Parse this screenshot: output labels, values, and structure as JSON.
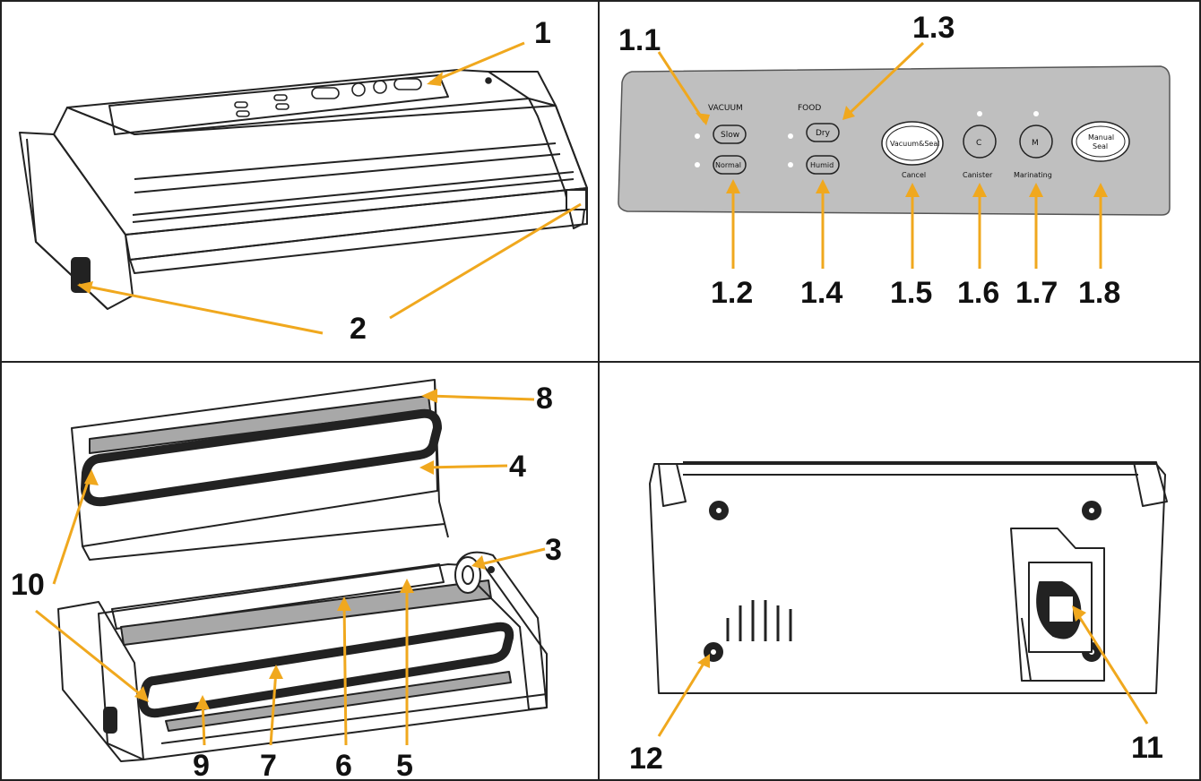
{
  "colors": {
    "accent": "#F0A81E",
    "frame": "#222222",
    "panel": "#BFBFBF",
    "gasket": "#A8A8A8"
  },
  "panels": {
    "top_left": {
      "callouts": {
        "c1": "1",
        "c2": "2"
      }
    },
    "top_right": {
      "callouts": {
        "c11": "1.1",
        "c12": "1.2",
        "c13": "1.3",
        "c14": "1.4",
        "c15": "1.5",
        "c16": "1.6",
        "c17": "1.7",
        "c18": "1.8"
      },
      "labels": {
        "vacuum": "VACUUM",
        "food": "FOOD",
        "slow": "Slow",
        "normal": "Normal",
        "dry": "Dry",
        "humid": "Humid",
        "vacuum_seal": "Vacuum&Seal",
        "cancel": "Cancel",
        "c": "C",
        "canister": "Canister",
        "m": "M",
        "marinating": "Marinating",
        "manual": "Manual",
        "seal": "Seal"
      }
    },
    "bottom_left": {
      "callouts": {
        "c3": "3",
        "c4": "4",
        "c5": "5",
        "c6": "6",
        "c7": "7",
        "c8": "8",
        "c9": "9",
        "c10": "10"
      }
    },
    "bottom_right": {
      "callouts": {
        "c11": "11",
        "c12": "12"
      }
    }
  }
}
